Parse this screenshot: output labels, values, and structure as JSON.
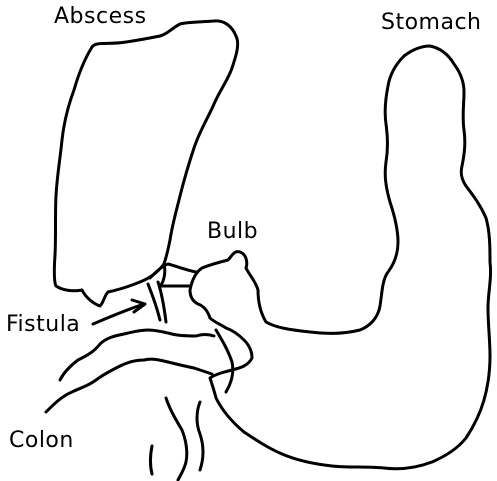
{
  "diagram": {
    "labels": {
      "abscess": "Abscess",
      "stomach": "Stomach",
      "bulb": "Bulb",
      "fistula": "Fistula",
      "colon": "Colon"
    },
    "colors": {
      "line": "#000000",
      "background": "#ffffff"
    }
  }
}
